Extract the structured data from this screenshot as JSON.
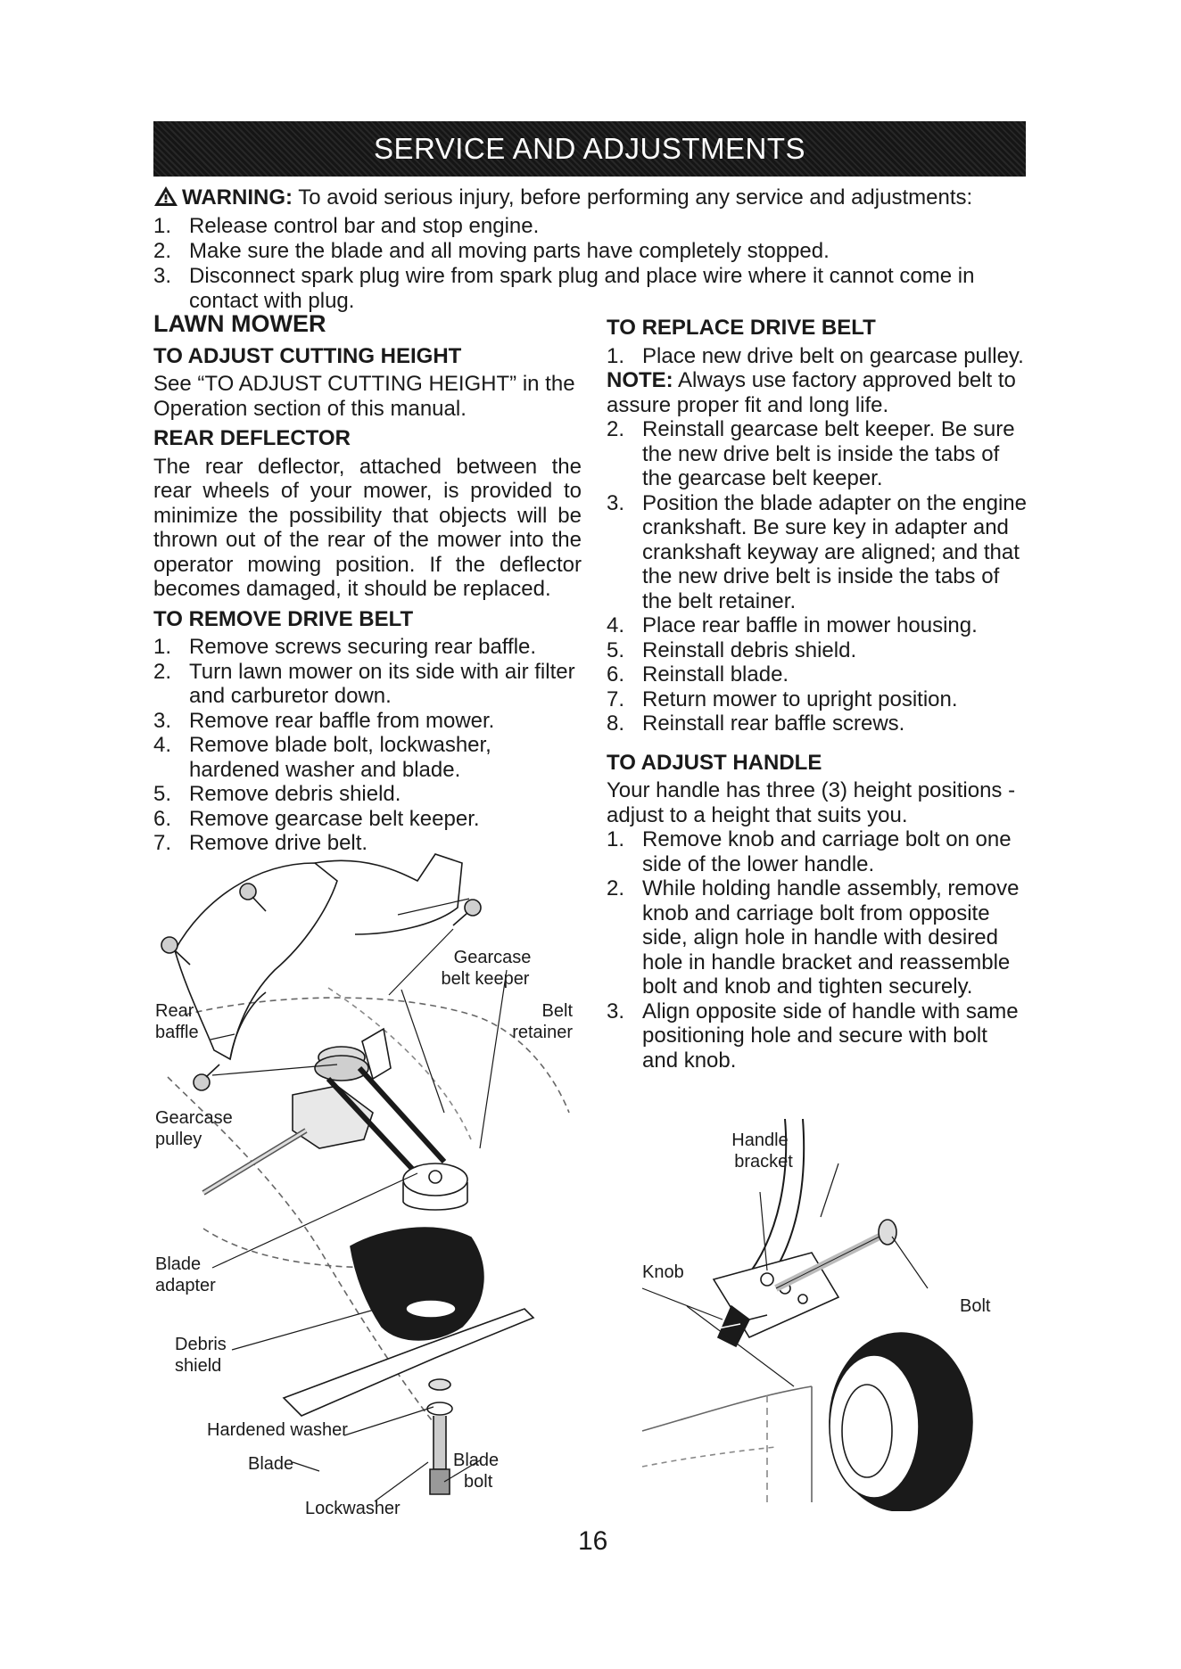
{
  "header": {
    "title": "SERVICE AND ADJUSTMENTS"
  },
  "warning": {
    "label": "WARNING:",
    "text": "To avoid serious injury, before performing any service and adjustments:",
    "items": [
      {
        "num": "1.",
        "text": "Release control bar and stop engine."
      },
      {
        "num": "2.",
        "text": "Make sure the blade and all moving parts have completely stopped."
      },
      {
        "num": "3.",
        "text": "Disconnect spark plug wire from spark plug and place wire where it cannot come in contact with plug."
      }
    ]
  },
  "left": {
    "section_title": "LAWN MOWER",
    "adjust_height": {
      "title": "TO ADJUST CUTTING HEIGHT",
      "text": "See “TO ADJUST CUTTING HEIGHT” in the Operation section of this manual."
    },
    "rear_deflector": {
      "title": "REAR DEFLECTOR",
      "text": "The rear deflector, attached between the rear wheels of your mower, is provided to minimize the possibility that objects will be thrown out of the rear of the mower into the operator mowing position. If the deflector becomes damaged, it should be replaced."
    },
    "remove_belt": {
      "title": "TO REMOVE DRIVE BELT",
      "steps": [
        {
          "num": "1.",
          "text": "Remove screws securing rear baffle."
        },
        {
          "num": "2.",
          "text": "Turn lawn mower on its side with air filter and carburetor down."
        },
        {
          "num": "3.",
          "text": "Remove rear baffle from mower."
        },
        {
          "num": "4.",
          "text": "Remove blade bolt, lockwasher, hardened washer and blade."
        },
        {
          "num": "5.",
          "text": "Remove debris shield."
        },
        {
          "num": "6.",
          "text": "Remove gearcase belt keeper."
        },
        {
          "num": "7.",
          "text": "Remove drive belt."
        }
      ]
    }
  },
  "right": {
    "replace_belt": {
      "title": "TO REPLACE DRIVE BELT",
      "step1": {
        "num": "1.",
        "text": "Place new drive belt on gearcase pulley."
      },
      "note_label": "NOTE:",
      "note_text": "Always use factory approved belt to assure proper fit and long life.",
      "steps": [
        {
          "num": "2.",
          "text": "Reinstall gearcase belt keeper. Be sure the new drive belt is inside the tabs of the gearcase belt keeper."
        },
        {
          "num": "3.",
          "text": "Position the blade adapter on the engine crankshaft. Be sure key in adapter and crankshaft keyway are aligned; and that the new drive belt is inside the tabs of the belt retainer."
        },
        {
          "num": "4.",
          "text": "Place rear baffle in mower housing."
        },
        {
          "num": "5.",
          "text": "Reinstall debris shield."
        },
        {
          "num": "6.",
          "text": "Reinstall blade."
        },
        {
          "num": "7.",
          "text": "Return mower to upright position."
        },
        {
          "num": "8.",
          "text": "Reinstall rear baffle screws."
        }
      ]
    },
    "adjust_handle": {
      "title": "TO ADJUST HANDLE",
      "intro": "Your handle has three (3) height positions - adjust to a height that suits you.",
      "steps": [
        {
          "num": "1.",
          "text": "Remove knob and carriage bolt on one side of the lower handle."
        },
        {
          "num": "2.",
          "text": "While holding handle assembly, remove knob and carriage bolt from opposite side, align hole in handle with desired hole in handle bracket and reassemble bolt and knob and tighten securely."
        },
        {
          "num": "3.",
          "text": "Align opposite side of handle with same positioning hole and secure with bolt and knob."
        }
      ]
    }
  },
  "diagram_left": {
    "labels": {
      "gearcase_belt_keeper_1": "Gearcase",
      "gearcase_belt_keeper_2": "belt keeper",
      "belt_retainer_1": "Belt",
      "belt_retainer_2": "retainer",
      "rear_baffle_1": "Rear",
      "rear_baffle_2": "baffle",
      "gearcase_pulley_1": "Gearcase",
      "gearcase_pulley_2": "pulley",
      "blade_adapter_1": "Blade",
      "blade_adapter_2": "adapter",
      "debris_shield_1": "Debris",
      "debris_shield_2": "shield",
      "hardened_washer": "Hardened washer",
      "blade": "Blade",
      "blade_bolt_1": "Blade",
      "blade_bolt_2": "bolt",
      "lockwasher": "Lockwasher"
    }
  },
  "diagram_right": {
    "labels": {
      "handle_bracket_1": "Handle",
      "handle_bracket_2": "bracket",
      "knob": "Knob",
      "bolt": "Bolt"
    }
  },
  "page_number": "16"
}
